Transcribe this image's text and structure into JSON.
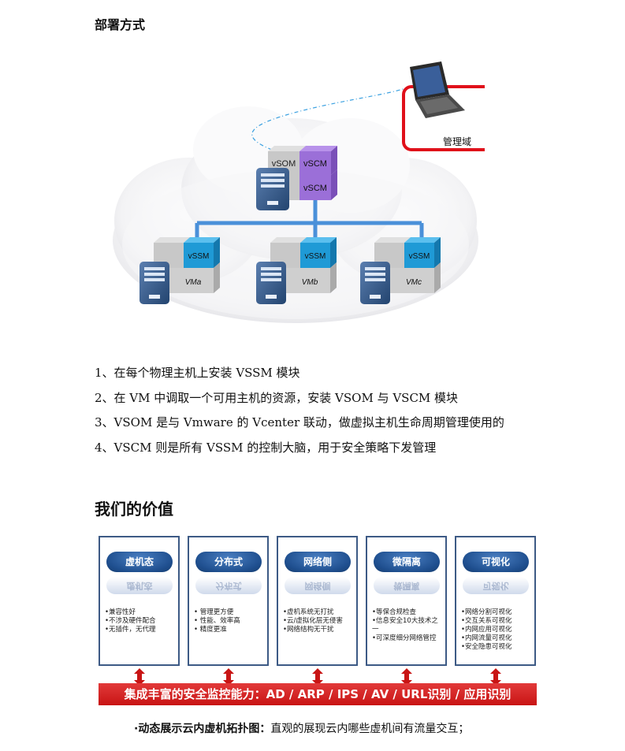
{
  "heading": "部署方式",
  "diagram": {
    "management_label": "管理域",
    "vsom_label": "vSOM",
    "vscm_label_top": "vSCM",
    "vscm_label_bottom": "vSCM",
    "hosts": [
      {
        "vssm": "vSSM",
        "vm": "VMa"
      },
      {
        "vssm": "vSSM",
        "vm": "VMb"
      },
      {
        "vssm": "vSSM",
        "vm": "VMc"
      }
    ],
    "colors": {
      "cloud": "#f0f0f2",
      "link": "#4a90d9",
      "vssm": "#1f9ad6",
      "vscm": "#9b6fd8",
      "gray_box": "#c8c8c8",
      "red_frame": "#e0101a"
    }
  },
  "steps": [
    "1、在每个物理主机上安装 VSSM 模块",
    "2、在 VM 中调取一个可用主机的资源，安装 VSOM 与 VSCM 模块",
    "3、VSOM 是与 Vmware  的 Vcenter 联动，做虚拟主机生命周期管理使用的",
    "4、VSCM 则是所有 VSSM 的控制大脑，用于安全策略下发管理"
  ],
  "value_heading": "我们的价值",
  "value_cards": [
    {
      "title": "虚机态",
      "items": [
        "•兼容性好",
        "•不涉及硬件配合",
        "•无插件，无代理"
      ]
    },
    {
      "title": "分布式",
      "items": [
        "•  管理更方便",
        "•  性能、效率高",
        "•  精度更准"
      ]
    },
    {
      "title": "网络侧",
      "items": [
        "•虚机系统无打扰",
        "•云/虚拟化层无侵害",
        "•网络结构无干扰"
      ]
    },
    {
      "title": "微隔离",
      "items": [
        "•等保合规检查",
        "•信息安全10大技术之",
        "一",
        "•可深度细分网络管控"
      ]
    },
    {
      "title": "可视化",
      "items": [
        "•网络分割可视化",
        "•交互关系可视化",
        "•内网应用可视化",
        "•内网流量可视化",
        "•安全隐患可视化"
      ]
    }
  ],
  "banner": "集成丰富的安全监控能力：AD / ARP / IPS / AV / URL识别 / 应用识别",
  "caption": {
    "bold": "·动态展示云内虚机拓扑图：",
    "text": "直观的展现云内哪些虚机间有流量交互；"
  },
  "accent_colors": {
    "card_border": "#3d5a85",
    "pill": "#1f4f8f",
    "banner": "#d42020",
    "arrow": "#c81414"
  }
}
